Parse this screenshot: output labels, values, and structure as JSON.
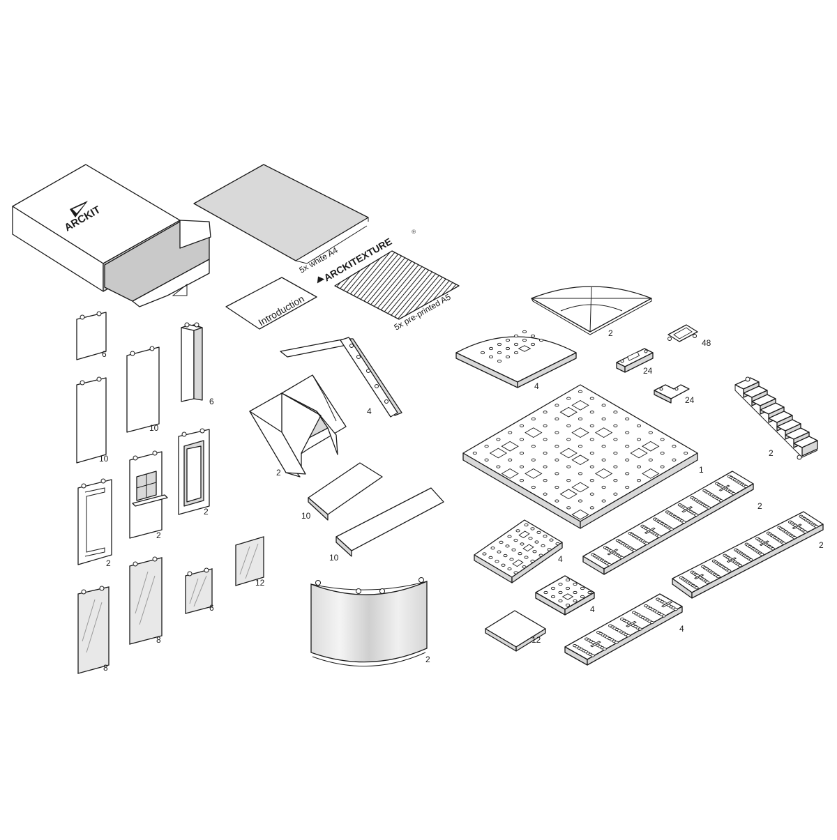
{
  "box": {
    "brand": "ARCKIT"
  },
  "sheets": {
    "a4_label": "5x white A4",
    "texture_brand": "ARCKITEXTURE",
    "texture_mark": "®",
    "a5_label": "5x pre-printed A5",
    "intro_label": "Introduction"
  },
  "quantities": {
    "panel_small": "6",
    "panel_tall_a": "10",
    "panel_tall_b": "10",
    "column": "6",
    "panel_cutout": "2",
    "window_sill": "2",
    "door": "2",
    "glass_large": "8",
    "glass_med": "8",
    "glass_small": "6",
    "glass_square": "12",
    "gable_roof": "2",
    "rafter": "4",
    "slab_short": "10",
    "slab_long": "10",
    "curved_wall": "2",
    "quarter_disc": "2",
    "quarter_base": "4",
    "clip": "48",
    "connector_straight": "24",
    "connector_corner": "24",
    "stair": "2",
    "base_large": "1",
    "strip_upper": "2",
    "strip_right": "2",
    "base_small": "4",
    "base_tiny": "4",
    "tile": "12",
    "strip_bottom": "4"
  },
  "colors": {
    "line": "#1a1a1a",
    "fill_grey": "#d9d9d9",
    "glass": "#e8e8e8"
  }
}
